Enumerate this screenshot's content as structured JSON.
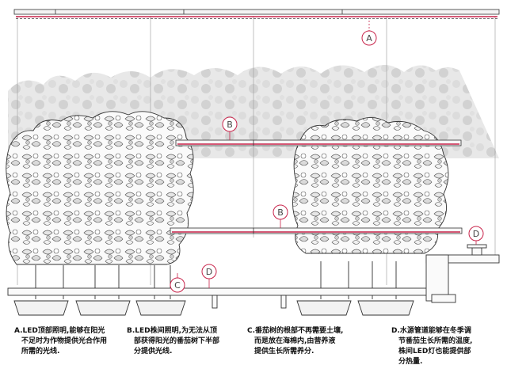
{
  "markers": {
    "a": "A",
    "b1": "B",
    "b2": "B",
    "c": "C",
    "d1": "D",
    "d2": "D"
  },
  "captions": [
    {
      "id": "A",
      "lines": [
        "A.LED顶部照明,能够在阳光",
        "不足时为作物提供光合作用",
        "所需的光线."
      ]
    },
    {
      "id": "B",
      "lines": [
        "B.LED株间照明,为无法从顶",
        "部获得阳光的番茄树下半部",
        "分提供光线."
      ]
    },
    {
      "id": "C",
      "lines": [
        "C.番茄树的根部不再需要土壤,",
        "而是放在海棉内,由营养液",
        "提供生长所需养分."
      ]
    },
    {
      "id": "D",
      "lines": [
        "D.水源管道能够在冬季调",
        "节番茄生长所需的温度,",
        "株间LED灯也能提供部",
        "分热量."
      ]
    }
  ],
  "colors": {
    "led": "#c8234a",
    "line": "#444444",
    "foliage": "#cfcfcf"
  }
}
